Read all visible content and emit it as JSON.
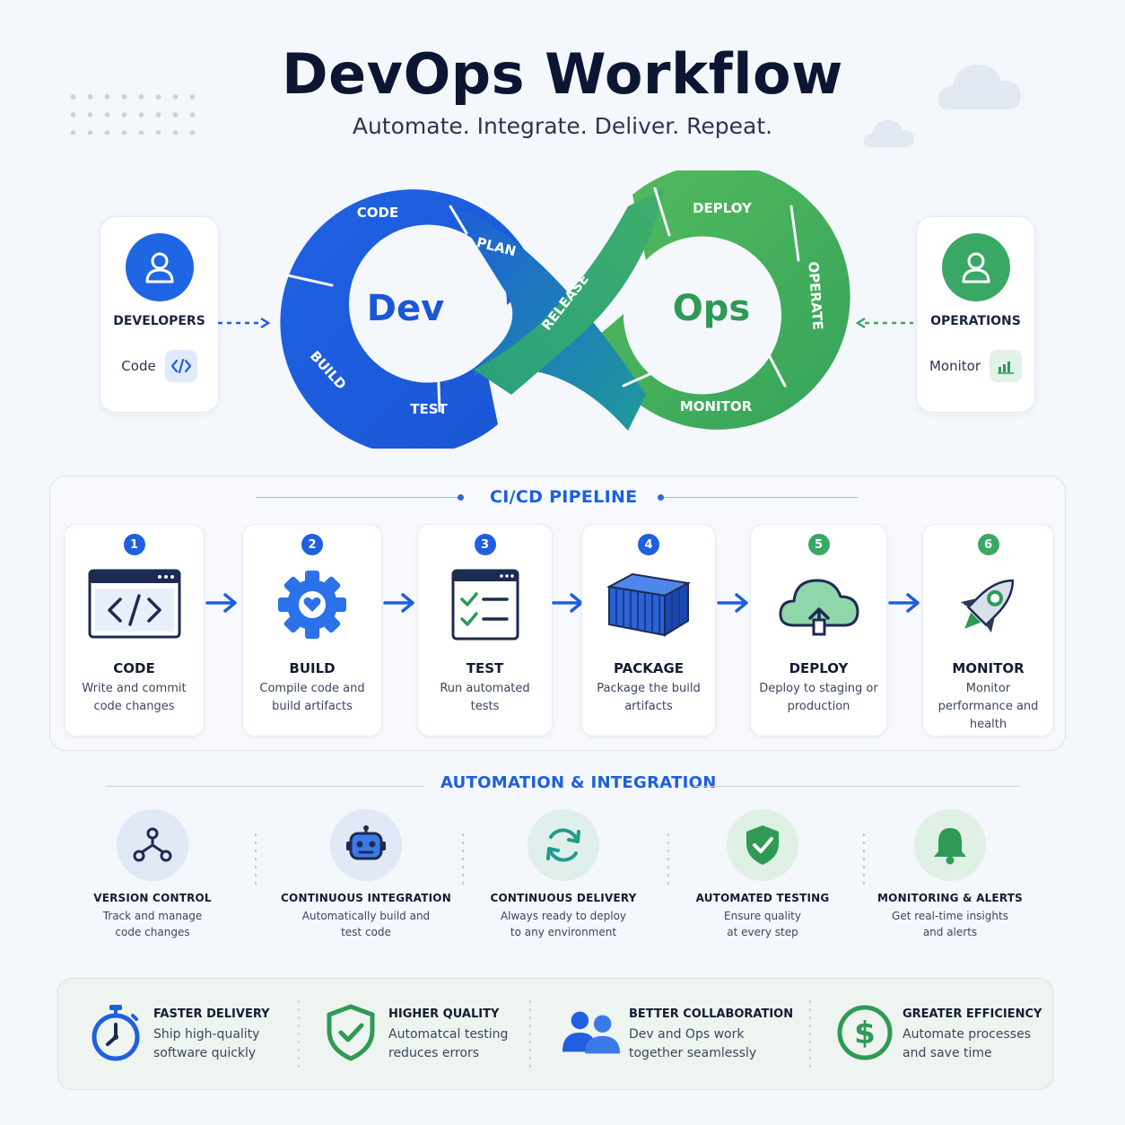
{
  "header": {
    "title": "DevOps Workflow",
    "subtitle": "Automate. Integrate. Deliver. Repeat."
  },
  "colors": {
    "dev_blue": "#1f5fe0",
    "ops_green": "#3aaa5c",
    "teal": "#249a8a"
  },
  "developers": {
    "role": "DEVELOPERS",
    "tool": "Code",
    "icon": "code-brackets-icon"
  },
  "operations": {
    "role": "OPERATIONS",
    "tool": "Monitor",
    "icon": "bar-chart-icon"
  },
  "loop": {
    "dev_label": "Dev",
    "ops_label": "Ops",
    "segments": [
      "CODE",
      "PLAN",
      "BUILD",
      "TEST",
      "RELEASE",
      "DEPLOY",
      "OPERATE",
      "MONITOR"
    ]
  },
  "pipeline": {
    "title": "CI/CD PIPELINE",
    "steps": [
      {
        "num": "1",
        "name": "CODE",
        "desc": "Write and commit code changes",
        "icon": "code-window-icon"
      },
      {
        "num": "2",
        "name": "BUILD",
        "desc": "Compile code and build artifacts",
        "icon": "gear-icon"
      },
      {
        "num": "3",
        "name": "TEST",
        "desc": "Run automated tests",
        "icon": "checklist-icon"
      },
      {
        "num": "4",
        "name": "PACKAGE",
        "desc": "Package the build artifacts",
        "icon": "container-icon"
      },
      {
        "num": "5",
        "name": "DEPLOY",
        "desc": "Deploy to staging or production",
        "icon": "cloud-upload-icon"
      },
      {
        "num": "6",
        "name": "MONITOR",
        "desc": "Monitor performance and health",
        "icon": "rocket-icon"
      }
    ]
  },
  "automation": {
    "title": "AUTOMATION & INTEGRATION",
    "items": [
      {
        "name": "VERSION CONTROL",
        "desc1": "Track and manage",
        "desc2": "code changes",
        "icon": "branch-icon"
      },
      {
        "name": "CONTINUOUS INTEGRATION",
        "desc1": "Automatically build and",
        "desc2": "test code",
        "icon": "robot-icon"
      },
      {
        "name": "CONTINUOUS DELIVERY",
        "desc1": "Always ready to deploy",
        "desc2": "to any environment",
        "icon": "sync-icon"
      },
      {
        "name": "AUTOMATED TESTING",
        "desc1": "Ensure quality",
        "desc2": "at every step",
        "icon": "shield-check-icon"
      },
      {
        "name": "MONITORING & ALERTS",
        "desc1": "Get real-time insights",
        "desc2": "and alerts",
        "icon": "bell-icon"
      }
    ]
  },
  "benefits": [
    {
      "name": "FASTER DELIVERY",
      "desc": "Ship high-quality software quickly",
      "icon": "stopwatch-icon"
    },
    {
      "name": "HIGHER QUALITY",
      "desc": "Automatcal testing reduces errors",
      "icon": "shield-check-icon"
    },
    {
      "name": "BETTER COLLABORATION",
      "desc": "Dev and Ops work together seamlessly",
      "icon": "team-icon"
    },
    {
      "name": "GREATER EFFICIENCY",
      "desc": "Automate processes and save time",
      "icon": "dollar-icon"
    }
  ]
}
